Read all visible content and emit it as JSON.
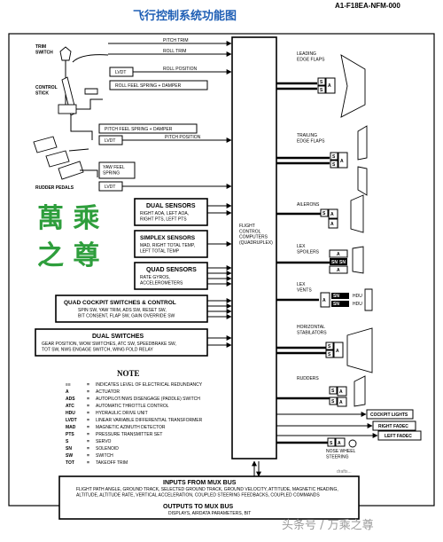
{
  "header": {
    "title": "飞行控制系统功能图",
    "doc_code": "A1-F18EA-NFM-000"
  },
  "inputs": {
    "trim_switch": "TRIM\nSWITCH",
    "control_stick": "CONTROL\nSTICK",
    "rudder_pedals": "RUDDER PEDALS",
    "pitch_trim": "PITCH TRIM",
    "roll_trim": "ROLL TRIM",
    "roll_position": "ROLL POSITION",
    "roll_feel": "ROLL FEEL SPRING + DAMPER",
    "pitch_feel": "PITCH FEEL SPRING + DAMPER",
    "pitch_position": "PITCH POSITION",
    "yaw_feel": "YAW FEEL\nSPRING",
    "lvdt": "LVDT"
  },
  "sensors": {
    "dual_title": "DUAL SENSORS",
    "dual_body": "RIGHT AOA, LEFT AOA,\nRIGHT PTS, LEFT PTS",
    "simplex_title": "SIMPLEX SENSORS",
    "simplex_body": "MAD, RIGHT TOTAL TEMP,\nLEFT TOTAL TEMP",
    "quad_title": "QUAD SENSORS",
    "quad_body": "RATE GYROS,\nACCELEROMETERS",
    "cockpit_title": "QUAD COCKPIT SWITCHES & CONTROL",
    "cockpit_body": "SPIN SW, YAW TRIM, ADS SW, RESET SW,\nBIT CONSENT, FLAP SW, GAIN OVERRIDE SW",
    "switch_title": "DUAL SWITCHES",
    "switch_body": "GEAR POSITION, WOW SWITCHES, ATC SW, SPEEDBRAKE SW,\nTOT SW, NWS ENGAGE SWITCH, WING FOLD RELAY"
  },
  "computer": {
    "label": "FLIGHT\nCONTROL\nCOMPUTERS\n(QUADRUPLEX)"
  },
  "outputs": {
    "leading_edge": "LEADING\nEDGE FLAPS",
    "trailing_edge": "TRAILING\nEDGE FLAPS",
    "ailerons": "AILERONS",
    "lex_spoilers": "LEX\nSPOILERS",
    "lex_vents": "LEX\nVENTS",
    "stabilators": "HORIZONTAL\nSTABILATORS",
    "rudders": "RUDDERS",
    "nose_wheel": "NOSE WHEEL\nSTEERING",
    "cockpit_lights": "COCKPIT LIGHTS",
    "right_fadec": "RIGHT FADEC",
    "left_fadec": "LEFT FADEC",
    "hdu": "HDU",
    "codes": {
      "a": "A",
      "s": "S",
      "sn": "SN",
      "sw": "SW"
    }
  },
  "note": {
    "title": "NOTE",
    "items": [
      {
        "term": "≡≡",
        "def": "INDICATES LEVEL OF ELECTRICAL REDUNDANCY"
      },
      {
        "term": "A",
        "def": "ACTUATOR"
      },
      {
        "term": "ADS",
        "def": "AUTOPILOT/NWS DISENGAGE (PADDLE) SWITCH"
      },
      {
        "term": "ATC",
        "def": "AUTOMATIC THROTTLE CONTROL"
      },
      {
        "term": "HDU",
        "def": "HYDRAULIC DRIVE UNIT"
      },
      {
        "term": "LVDT",
        "def": "LINEAR VARIABLE DIFFERENTIAL TRANSFORMER"
      },
      {
        "term": "MAD",
        "def": "MAGNETIC AZIMUTH DETECTOR"
      },
      {
        "term": "PTS",
        "def": "PRESSURE TRANSMITTER SET"
      },
      {
        "term": "S",
        "def": "SERVO"
      },
      {
        "term": "SN",
        "def": "SOLENOID"
      },
      {
        "term": "SW",
        "def": "SWITCH"
      },
      {
        "term": "TOT",
        "def": "TAKEOFF TRIM"
      }
    ]
  },
  "mux": {
    "inputs_title": "INPUTS FROM MUX BUS",
    "inputs_body": "FLIGHT PATH ANGLE, GROUND TRACK, SELECTED GROUND TRACK, GROUND VELOCITY, ATTITUDE, MAGNETIC HEADING,\nALTITUDE, ALTITUDE RATE, VERTICAL ACCELERATION, COUPLED STEERING FEEDBACKS, COUPLED COMMANDS",
    "outputs_title": "OUTPUTS TO MUX BUS",
    "outputs_body": "DISPLAYS, AIRDATA PARAMETERS, BIT"
  },
  "stamp": {
    "text": "萬乘\n之尊"
  },
  "watermark": {
    "text": "头条号 / 万乘之尊",
    "ref": "drafts..."
  }
}
